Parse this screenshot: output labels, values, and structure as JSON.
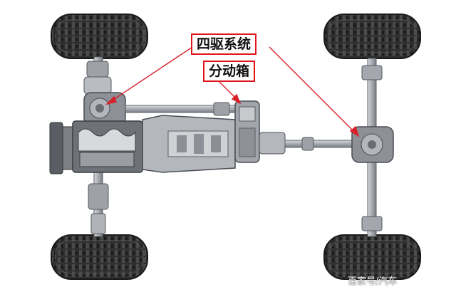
{
  "labels": {
    "four_wheel_drive_system": "四驱系统",
    "transfer_case": "分动箱"
  },
  "watermark": "百家号/汽车",
  "colors": {
    "callout_border": "#e0141b",
    "pointer_line": "#d8212a",
    "tire": "#2b2b2b",
    "metal": "#a9acb2",
    "metal_dark": "#6c7077"
  }
}
